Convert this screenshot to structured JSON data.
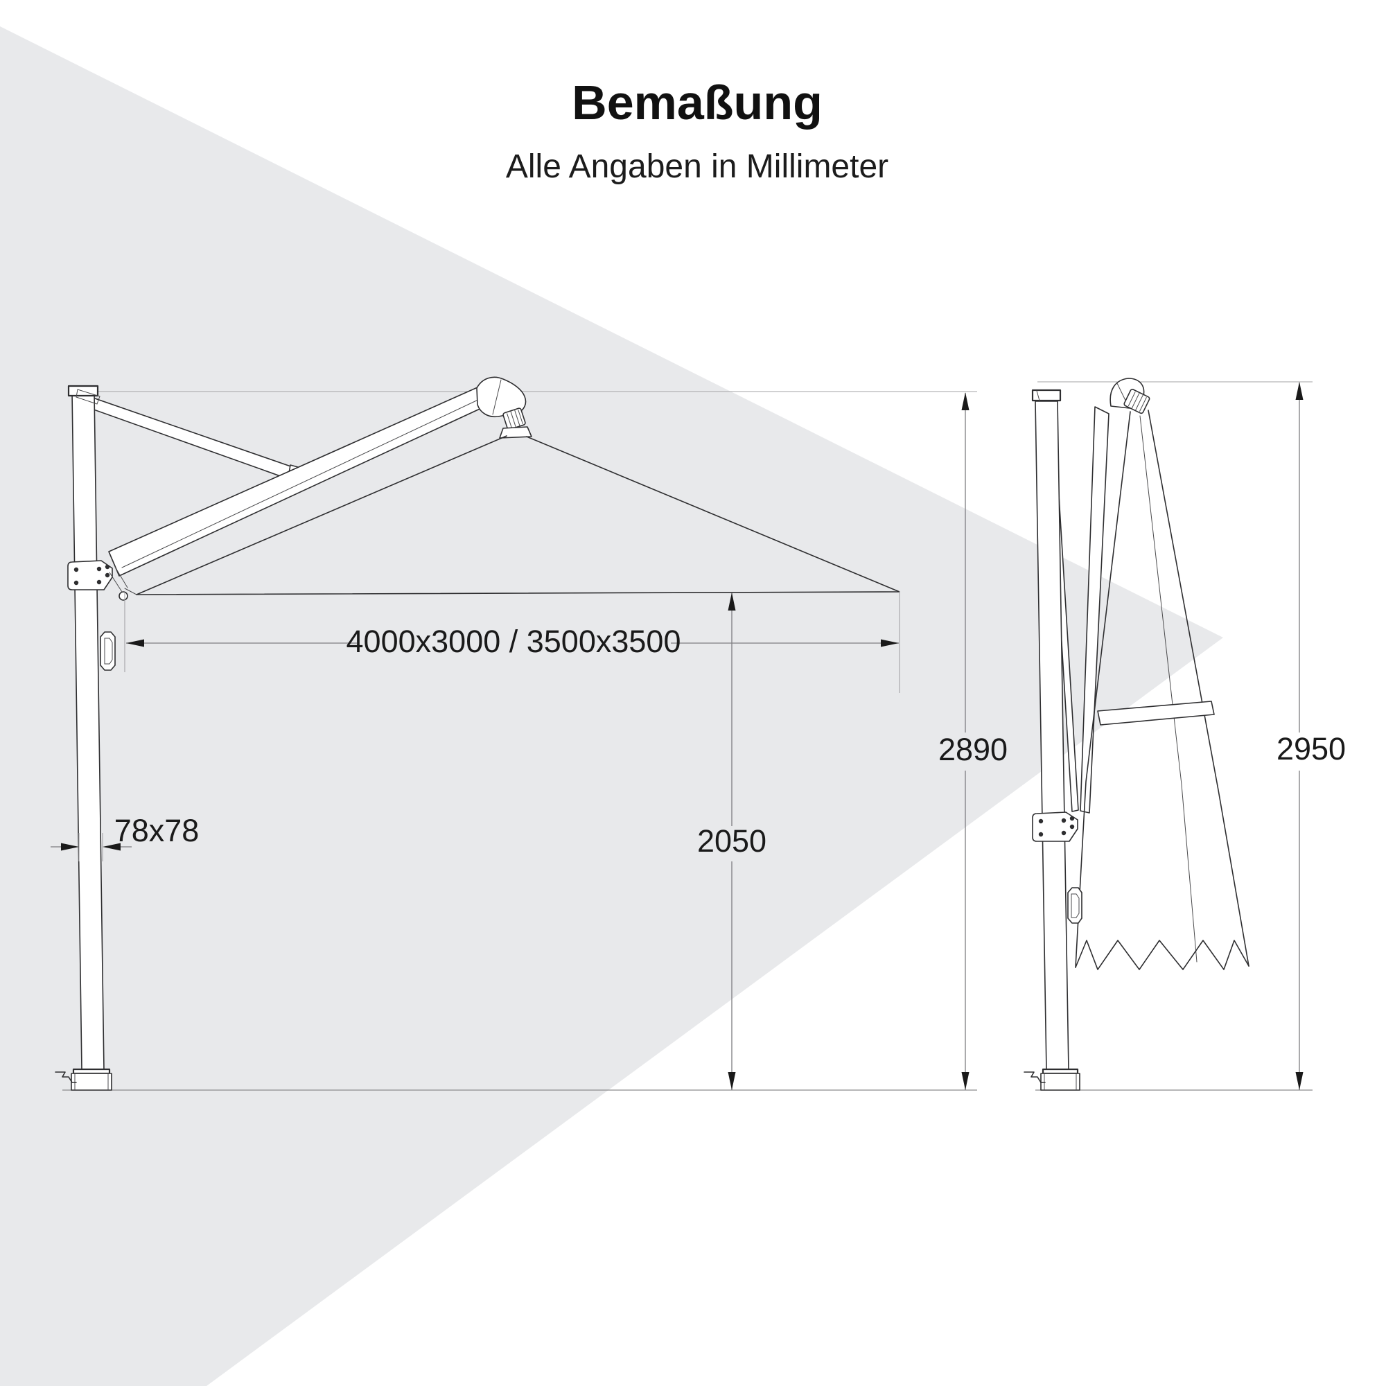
{
  "header": {
    "title": "Bemaßung",
    "subtitle": "Alle Angaben in Millimeter"
  },
  "dimensions": {
    "canopy_sizes": "4000x3000 / 3500x3500",
    "clearance_height": "2050",
    "total_height_open": "2890",
    "total_height_closed": "2950",
    "pole_profile": "78x78"
  },
  "colors": {
    "background": "#ffffff",
    "watermark_wedge": "#e8e9eb",
    "drawing_line": "#2e2e30",
    "dimension_text": "#1a1a1a"
  }
}
